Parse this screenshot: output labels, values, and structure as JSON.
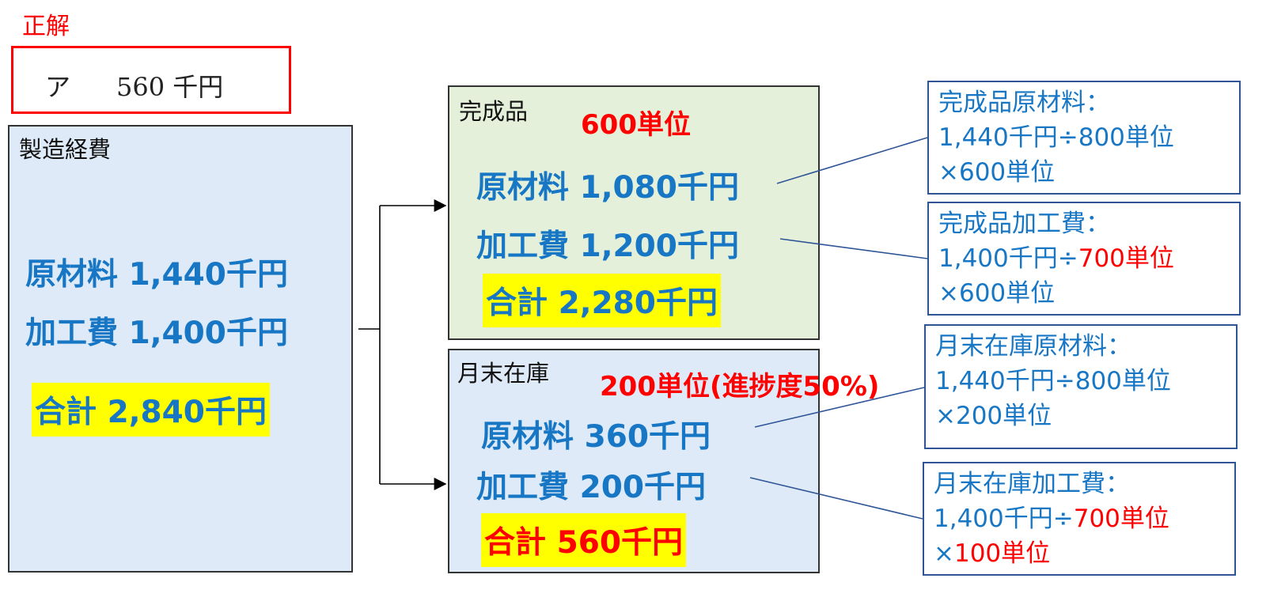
{
  "answer": {
    "label": "正解",
    "choice": "ア",
    "value": "560 千円"
  },
  "left_box": {
    "title": "製造経費",
    "material": "原材料 1,440千円",
    "processing": "加工費 1,400千円",
    "total": "合計  2,840千円"
  },
  "finished_box": {
    "title": "完成品",
    "units": "600単位",
    "material": "原材料 1,080千円",
    "processing": "加工費 1,200千円",
    "total": "合計   2,280千円"
  },
  "stock_box": {
    "title": "月末在庫",
    "units": "200単位(進捗度50%)",
    "material": "原材料 360千円",
    "processing": "加工費 200千円",
    "total": "合計   560千円"
  },
  "notes": [
    {
      "title": "完成品原材料：",
      "line2a": "1,440千円÷",
      "line2b": "800単位",
      "line3a": "×",
      "line3b": "600単位"
    },
    {
      "title": "完成品加工費：",
      "line2a": "1,400千円÷",
      "line2b": "700単位",
      "line3a": "×",
      "line3b": "600単位"
    },
    {
      "title": "月末在庫原材料：",
      "line2a": "1,440千円÷",
      "line2b": "800単位",
      "line3a": "×",
      "line3b": "200単位"
    },
    {
      "title": "月末在庫加工費：",
      "line2a": "1,400千円÷",
      "line2b": "700単位",
      "line3a": "×",
      "line3b": "100単位"
    }
  ],
  "colors": {
    "accent_red": "#ff0000",
    "text_blue": "#1877c5",
    "highlight": "#ffff00",
    "note_border": "#2f5597"
  }
}
